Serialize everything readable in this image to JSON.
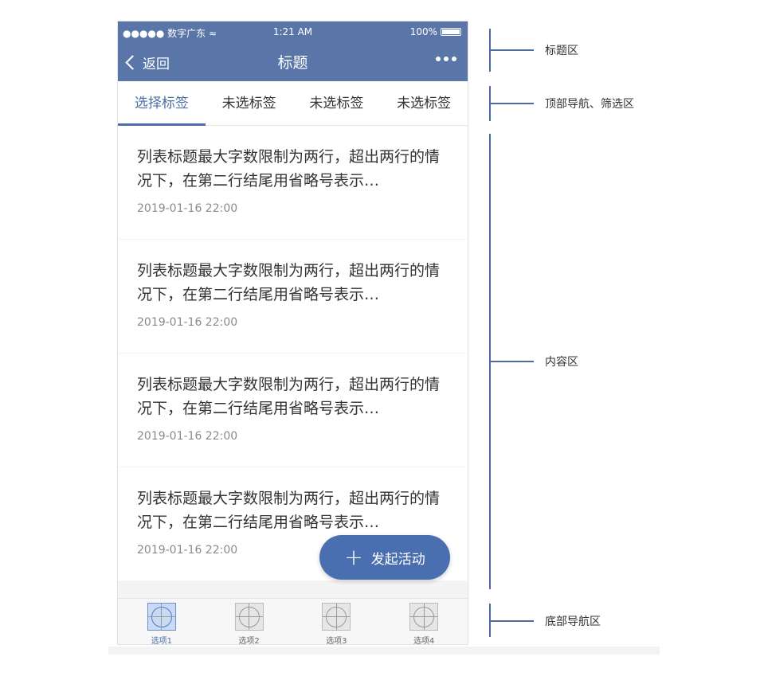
{
  "status_bar": {
    "carrier": "●●●●● 数字广东 ≈",
    "time": "1:21 AM",
    "battery_text": "100%"
  },
  "header": {
    "back_label": "返回",
    "title": "标题",
    "bg_color": "#5a76a8"
  },
  "tabs": [
    {
      "label": "选择标签",
      "selected": true
    },
    {
      "label": "未选标签",
      "selected": false
    },
    {
      "label": "未选标签",
      "selected": false
    },
    {
      "label": "未选标签",
      "selected": false
    }
  ],
  "list": {
    "items": [
      {
        "title": "列表标题最大字数限制为两行，超出两行的情况下，在第二行结尾用省略号表示…",
        "date": "2019-01-16 22:00"
      },
      {
        "title": "列表标题最大字数限制为两行，超出两行的情况下，在第二行结尾用省略号表示…",
        "date": "2019-01-16 22:00"
      },
      {
        "title": "列表标题最大字数限制为两行，超出两行的情况下，在第二行结尾用省略号表示…",
        "date": "2019-01-16 22:00"
      },
      {
        "title": "列表标题最大字数限制为两行，超出两行的情况下，在第二行结尾用省略号表示…",
        "date": "2019-01-16 22:00"
      }
    ]
  },
  "fab": {
    "label": "发起活动",
    "icon": "plus-icon"
  },
  "bottom_nav": {
    "items": [
      {
        "label": "选项1",
        "active": true
      },
      {
        "label": "选项2",
        "active": false
      },
      {
        "label": "选项3",
        "active": false
      },
      {
        "label": "选项4",
        "active": false
      }
    ]
  },
  "annotations": {
    "title_area": "标题区",
    "nav_filter_area": "顶部导航、筛选区",
    "content_area": "内容区",
    "bottom_nav_area": "底部导航区"
  },
  "colors": {
    "accent": "#4d6ea6",
    "fab": "#4a6fb0",
    "annotation_line": "#4c6aa3"
  }
}
